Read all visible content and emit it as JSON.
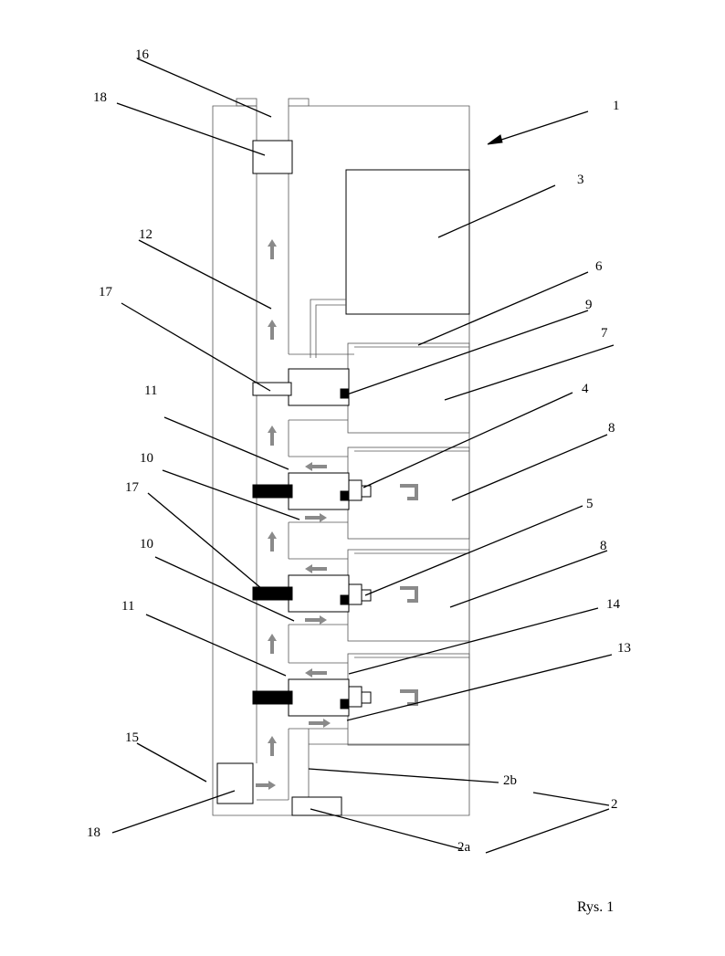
{
  "caption": "Rys. 1",
  "labels": {
    "n1": "1",
    "n2": "2",
    "n2a": "2a",
    "n2b": "2b",
    "n3": "3",
    "n4": "4",
    "n5": "5",
    "n6": "6",
    "n7": "7",
    "n8a": "8",
    "n8b": "8",
    "n9": "9",
    "n10a": "10",
    "n10b": "10",
    "n11a": "11",
    "n11b": "11",
    "n12": "12",
    "n13": "13",
    "n14": "14",
    "n15": "15",
    "n16": "16",
    "n17a": "17",
    "n17b": "17",
    "n18a": "18",
    "n18b": "18"
  }
}
